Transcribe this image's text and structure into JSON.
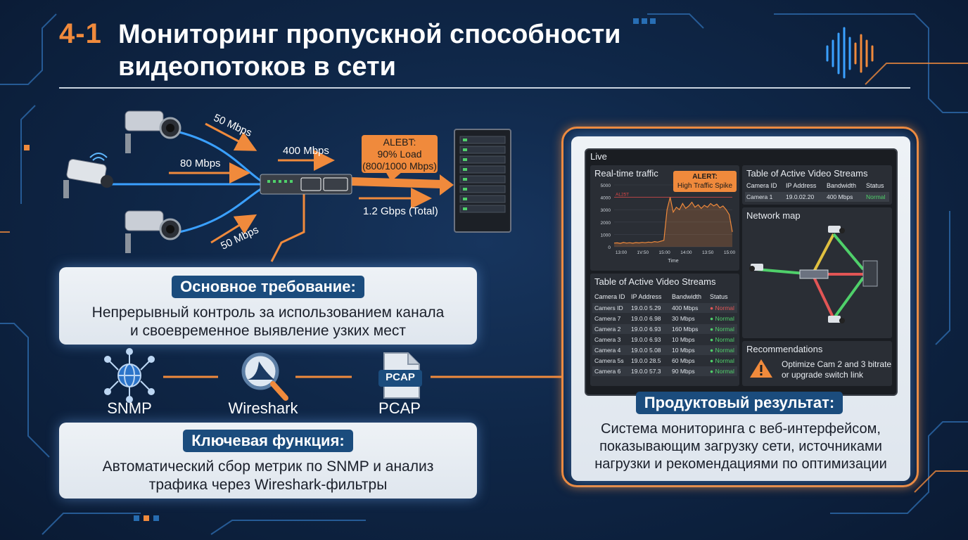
{
  "title": {
    "number": "4-1",
    "line1": "Мониторинг пропускной способности",
    "line2": "видеопотоков в сети"
  },
  "diagram": {
    "links": {
      "cam_top": "50 Mbps",
      "cam_mid": "80 Mbps",
      "cam_bottom": "50 Mbps",
      "switch_out": "400 Mbps",
      "total": "1.2 Gbps (Total)"
    },
    "alert": {
      "line1": "ALEBT:",
      "line2": "90% Load",
      "line3": "(800/1000 Mbps)"
    }
  },
  "requirement": {
    "heading": "Основное требование:",
    "line1": "Непрерывный контроль за использованием канала",
    "line2": "и своевременное выявление узких мест"
  },
  "tools": [
    {
      "label": "SNMP",
      "icon": "network-globe-icon"
    },
    {
      "label": "Wireshark",
      "icon": "shark-fin-magnifier-icon"
    },
    {
      "label": "PCAP",
      "icon": "pcap-file-icon",
      "badge": "PCAP"
    }
  ],
  "key_function": {
    "heading": "Ключевая функция:",
    "line1": "Автоматический сбор метрик по SNMP и анализ",
    "line2": "трафика через Wireshark-фильтры"
  },
  "result": {
    "heading": "Продуктовый результат:",
    "line1": "Система мониторинга с веб-интерфейсом,",
    "line2": "показывающим загрузку сети, источниками",
    "line3": "нагрузки и рекомендациями по оптимизации"
  },
  "dashboard": {
    "live": "Live",
    "traffic": {
      "title": "Real-time traffic",
      "alert_title": "ALERT:",
      "alert_text": "High Traffic Spike",
      "threshold_label": "AL25T",
      "x_title": "Time"
    },
    "top_table": {
      "title": "Table of Active Video Streams",
      "headers": [
        "Camera ID",
        "IP Address",
        "Bandwidth",
        "Status"
      ],
      "rows": [
        [
          "Camera 1",
          "19.0.02.20",
          "400 Mbps",
          "Normal"
        ]
      ]
    },
    "network_map": {
      "title": "Network map"
    },
    "streams": {
      "title": "Table of Active Video Streams",
      "headers": [
        "Camera ID",
        "IP Address",
        "Bandwidth",
        "Status"
      ],
      "rows": [
        [
          "Camers ID",
          "19.0.0 5.29",
          "400 Mbps",
          "Normal"
        ],
        [
          "Camera 7",
          "19.0.0 6.98",
          "30 Mbps",
          "Normal"
        ],
        [
          "Camera 2",
          "19.0.0 6.93",
          "160 Mbps",
          "Normal"
        ],
        [
          "Camera 3",
          "19.0.0 6.93",
          "10 Mbps",
          "Normal"
        ],
        [
          "Camera 4",
          "19.0.0 5.08",
          "10 Mbps",
          "Normal"
        ],
        [
          "Camera 5s",
          "19.0.0 28.5",
          "60 Mbps",
          "Normal"
        ],
        [
          "Camera 6",
          "19.0.0 57.3",
          "90 Mbps",
          "Normal"
        ]
      ]
    },
    "recommendations": {
      "title": "Recommendations",
      "line1": "Optimize Cam 2 and 3 bitrate",
      "line2": "or upgrade switch link"
    }
  },
  "chart_data": {
    "type": "line",
    "title": "Real-time traffic",
    "xlabel": "Time",
    "ylabel": "",
    "x_ticks": [
      "13:00",
      "1V:50",
      "15:00",
      "14:00",
      "13:50",
      "15:00"
    ],
    "y_ticks": [
      0,
      1000,
      2000,
      3000,
      4000,
      5000
    ],
    "ylim": [
      0,
      5000
    ],
    "threshold": 4000,
    "series": [
      {
        "values": [
          300,
          320,
          280,
          350,
          300,
          330,
          290,
          340,
          310,
          360,
          330,
          380,
          350,
          420,
          380,
          450,
          520,
          3000,
          4000,
          2800,
          3200,
          3000,
          3500,
          3100,
          3300,
          3600,
          3200,
          3400,
          3100,
          3350,
          3200,
          3500,
          3300,
          3450,
          3150,
          3300,
          3000,
          2600,
          1200
        ]
      }
    ],
    "colors": {
      "line": "#f08a3c",
      "threshold": "#e04848"
    }
  },
  "colors": {
    "accent": "#f08a3c",
    "link_blue": "#3aa0ff",
    "pill": "#1b4c7d",
    "background": "#0f2748"
  }
}
